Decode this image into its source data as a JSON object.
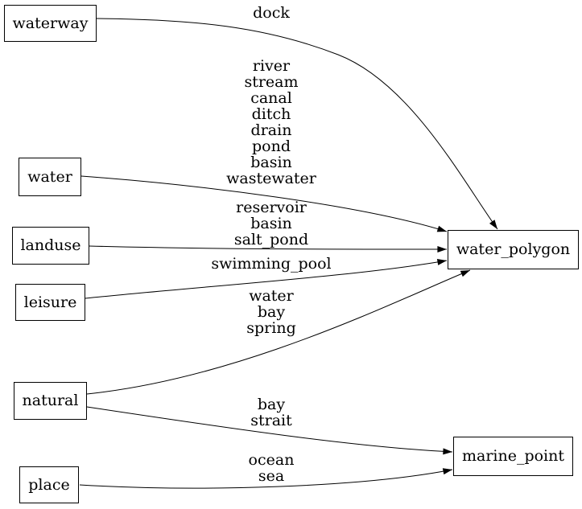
{
  "diagram": {
    "type": "directed-graph",
    "background_color": "#ffffff",
    "line_color": "#000000",
    "nodes": [
      {
        "id": "waterway",
        "label": "waterway"
      },
      {
        "id": "water",
        "label": "water"
      },
      {
        "id": "landuse",
        "label": "landuse"
      },
      {
        "id": "leisure",
        "label": "leisure"
      },
      {
        "id": "natural",
        "label": "natural"
      },
      {
        "id": "place",
        "label": "place"
      },
      {
        "id": "water_polygon",
        "label": "water_polygon"
      },
      {
        "id": "marine_point",
        "label": "marine_point"
      }
    ],
    "edges": [
      {
        "from": "waterway",
        "to": "water_polygon",
        "label": "dock"
      },
      {
        "from": "water",
        "to": "water_polygon",
        "label": "river\nstream\ncanal\nditch\ndrain\npond\nbasin\nwastewater"
      },
      {
        "from": "landuse",
        "to": "water_polygon",
        "label": "reservoir\nbasin\nsalt_pond"
      },
      {
        "from": "leisure",
        "to": "water_polygon",
        "label": "swimming_pool"
      },
      {
        "from": "natural",
        "to": "water_polygon",
        "label": "water\nbay\nspring"
      },
      {
        "from": "natural",
        "to": "marine_point",
        "label": "bay\nstrait"
      },
      {
        "from": "place",
        "to": "marine_point",
        "label": "ocean\nsea"
      }
    ]
  }
}
